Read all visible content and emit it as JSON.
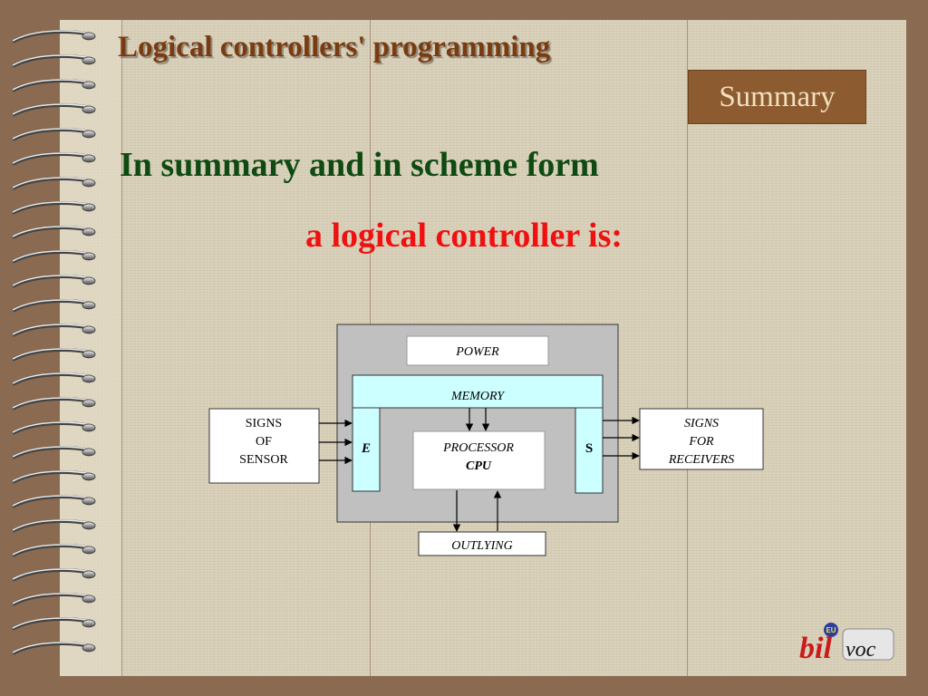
{
  "header": {
    "title": "Logical controllers' programming",
    "section_badge": "Summary"
  },
  "intro": {
    "line1": "In summary and in scheme form",
    "line2": "a logical controller is:"
  },
  "diagram": {
    "power": "POWER",
    "memory": "MEMORY",
    "processor_line1": "PROCESSOR",
    "processor_line2": "CPU",
    "input_port": "E",
    "output_port": "S",
    "sensor_line1": "SIGNS",
    "sensor_line2": "OF",
    "sensor_line3": "SENSOR",
    "receivers_line1": "SIGNS",
    "receivers_line2": "FOR",
    "receivers_line3": "RECEIVERS",
    "outlying": "OUTLYING"
  },
  "logo": {
    "text_main": "bil",
    "text_suffix": "voc",
    "emblem_text": "EU"
  },
  "colors": {
    "background": "#8a6b52",
    "paper": "#d8cfb8",
    "title": "#7a3b10",
    "badge": "#8d5b30",
    "green_text": "#0e4a12",
    "red_text": "#f01010",
    "memory_fill": "#ccffff",
    "controller_fill": "#c0c0c0"
  }
}
